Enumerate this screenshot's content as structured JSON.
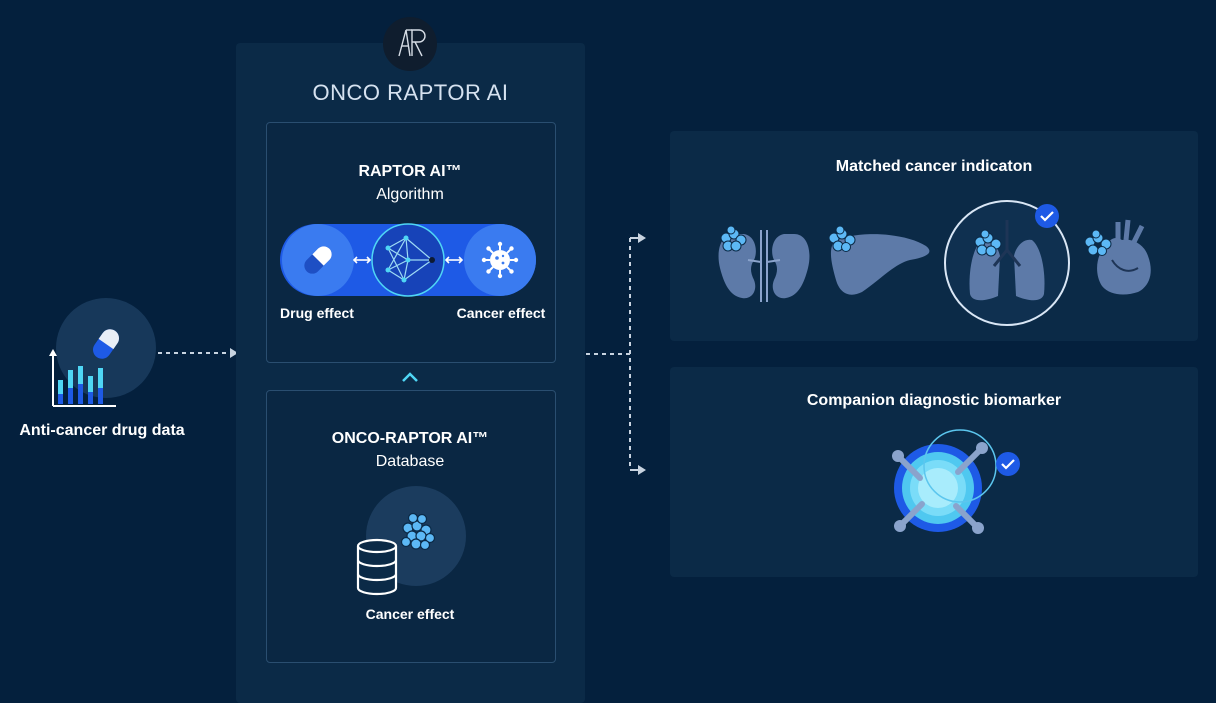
{
  "input": {
    "label": "Anti-cancer drug data"
  },
  "platform": {
    "title": "ONCO RAPTOR AI",
    "logo_icon": "raptor-logo-icon",
    "algorithm": {
      "title_line1": "RAPTOR AI™",
      "title_line2": "Algorithm",
      "left_label": "Drug effect",
      "right_label": "Cancer effect"
    },
    "database": {
      "title_line1": "ONCO-RAPTOR AI™",
      "title_line2": "Database",
      "label": "Cancer effect"
    }
  },
  "outputs": [
    {
      "title": "Matched cancer indicaton"
    },
    {
      "title": "Companion diagnostic biomarker"
    }
  ],
  "colors": {
    "background": "#04203d",
    "panel": "#0b2a47",
    "accent_blue": "#1e5ae6",
    "cyan": "#4fd6f5",
    "organ": "#5d7aa8"
  }
}
